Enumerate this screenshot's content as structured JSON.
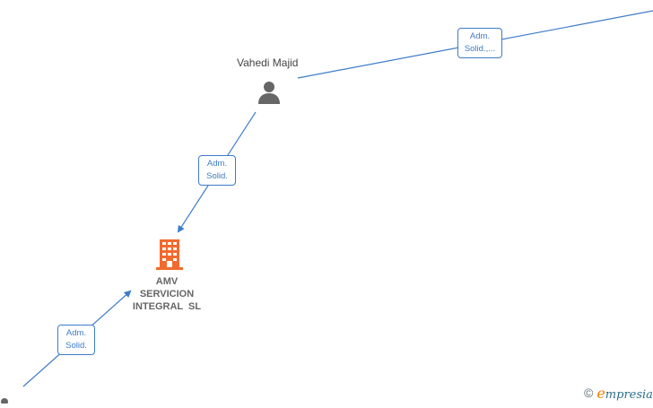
{
  "nodes": {
    "person_top": {
      "name": "Vahedi Majid"
    },
    "company": {
      "name_lines": [
        "AMV",
        "SERVICION",
        "INTEGRAL  SL"
      ]
    }
  },
  "edges": [
    {
      "label_lines": [
        "Adm.",
        "Solid.,..."
      ]
    },
    {
      "label_lines": [
        "Adm.",
        "Solid."
      ]
    },
    {
      "label_lines": [
        "Adm.",
        "Solid."
      ]
    }
  ],
  "brand": {
    "copyright": "©",
    "initial": "e",
    "rest": "mpresia"
  },
  "colors": {
    "edge": "#3d7cc9",
    "company_icon": "#f26a2e",
    "person_icon": "#666666"
  }
}
